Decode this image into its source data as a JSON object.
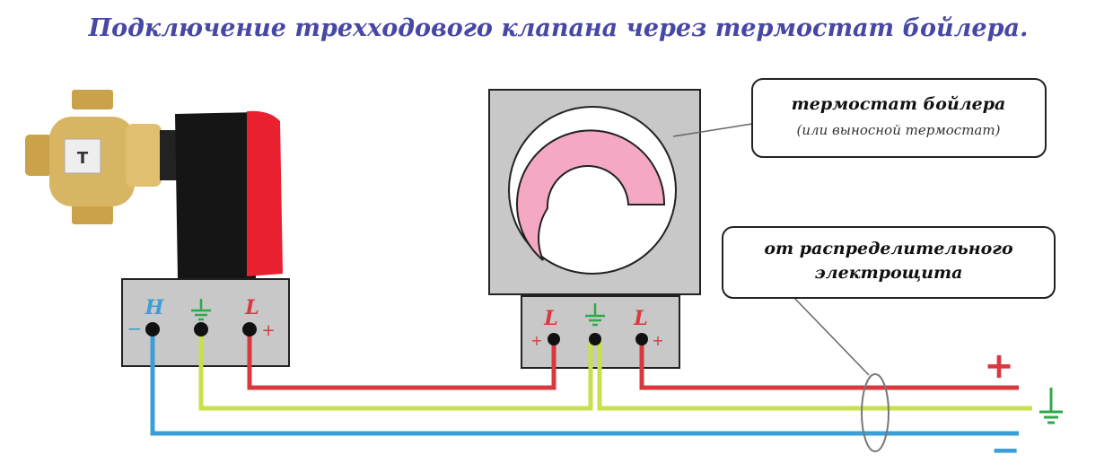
{
  "title": "Подключение трехходового клапана через термостат бойлера.",
  "valve": {
    "terminals": [
      {
        "label": "H",
        "sign": "−",
        "color": "#3a9fd6"
      },
      {
        "label": "ground",
        "color": "#2fa84a"
      },
      {
        "label": "L",
        "sign": "+",
        "color": "#d9383f"
      }
    ]
  },
  "thermostat": {
    "callout_title": "термостат бойлера",
    "callout_subtitle": "(или выносной термостат)",
    "terminals": [
      {
        "label": "L",
        "sign": "+"
      },
      {
        "label": "ground"
      },
      {
        "label": "L",
        "sign": "+"
      }
    ]
  },
  "supply": {
    "callout_line1": "от распределительного",
    "callout_line2": "электрощита",
    "plus": "+",
    "minus": "−"
  },
  "colors": {
    "phase": "#d9383f",
    "earth": "#c8e04a",
    "neutral": "#3a9fd6",
    "ground_symbol": "#2fa84a",
    "box": "#c8c8c8"
  }
}
